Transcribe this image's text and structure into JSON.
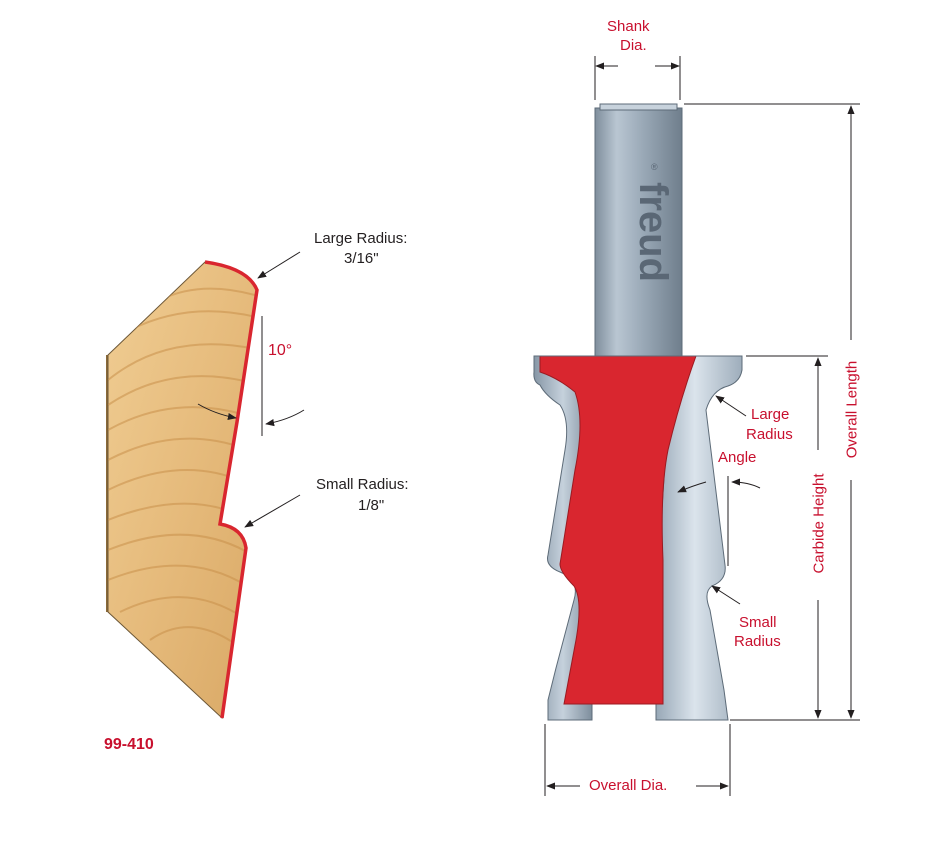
{
  "part_number": "99-410",
  "profile": {
    "large_radius_label": "Large Radius:",
    "large_radius_value": "3/16\"",
    "angle_value": "10°",
    "small_radius_label": "Small Radius:",
    "small_radius_value": "1/8\""
  },
  "bit": {
    "brand_mark": "freud",
    "registered_mark": "®",
    "shank_dia_line1": "Shank",
    "shank_dia_line2": "Dia.",
    "large_radius_line1": "Large",
    "large_radius_line2": "Radius",
    "angle": "Angle",
    "small_radius_line1": "Small",
    "small_radius_line2": "Radius",
    "carbide_height": "Carbide Height",
    "overall_length": "Overall Length",
    "overall_dia": "Overall Dia."
  },
  "colors": {
    "carbide_red": "#d9262f",
    "steel_gray": "#a9b7c4",
    "wood_tan": "#e3b77a",
    "label_red": "#c8102e",
    "text_dark": "#231f20"
  }
}
